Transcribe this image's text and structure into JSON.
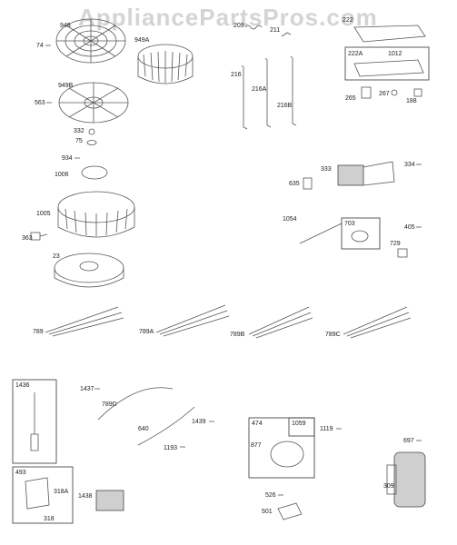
{
  "watermark": "AppliancePartsPros.com",
  "labels": {
    "l949": "949",
    "l74": "74",
    "l949A": "949A",
    "l949B": "949B",
    "l563": "563",
    "l332": "332",
    "l75": "75",
    "l209": "209",
    "l211": "211",
    "l222": "222",
    "l222A": "222A",
    "l1012": "1012",
    "l265": "265",
    "l267": "267",
    "l188": "188",
    "l216": "216",
    "l216A": "216A",
    "l216B": "216B",
    "l934": "934",
    "l1006": "1006",
    "l1005": "1005",
    "l363": "363",
    "l23": "23",
    "l635": "635",
    "l333": "333",
    "l334": "334",
    "l1054": "1054",
    "l703": "703",
    "l405": "405",
    "l729": "729",
    "l789": "789",
    "l789A": "789A",
    "l789B": "789B",
    "l789C": "789C",
    "l1436": "1436",
    "l1437": "1437",
    "l789D": "789D",
    "l640": "640",
    "l1439": "1439",
    "l1193": "1193",
    "l493": "493",
    "l318A": "318A",
    "l318": "318",
    "l1438": "1438",
    "l474": "474",
    "l1059": "1059",
    "l877": "877",
    "l1119": "1119",
    "l697": "697",
    "l309": "309",
    "l526": "526",
    "l501": "501"
  }
}
